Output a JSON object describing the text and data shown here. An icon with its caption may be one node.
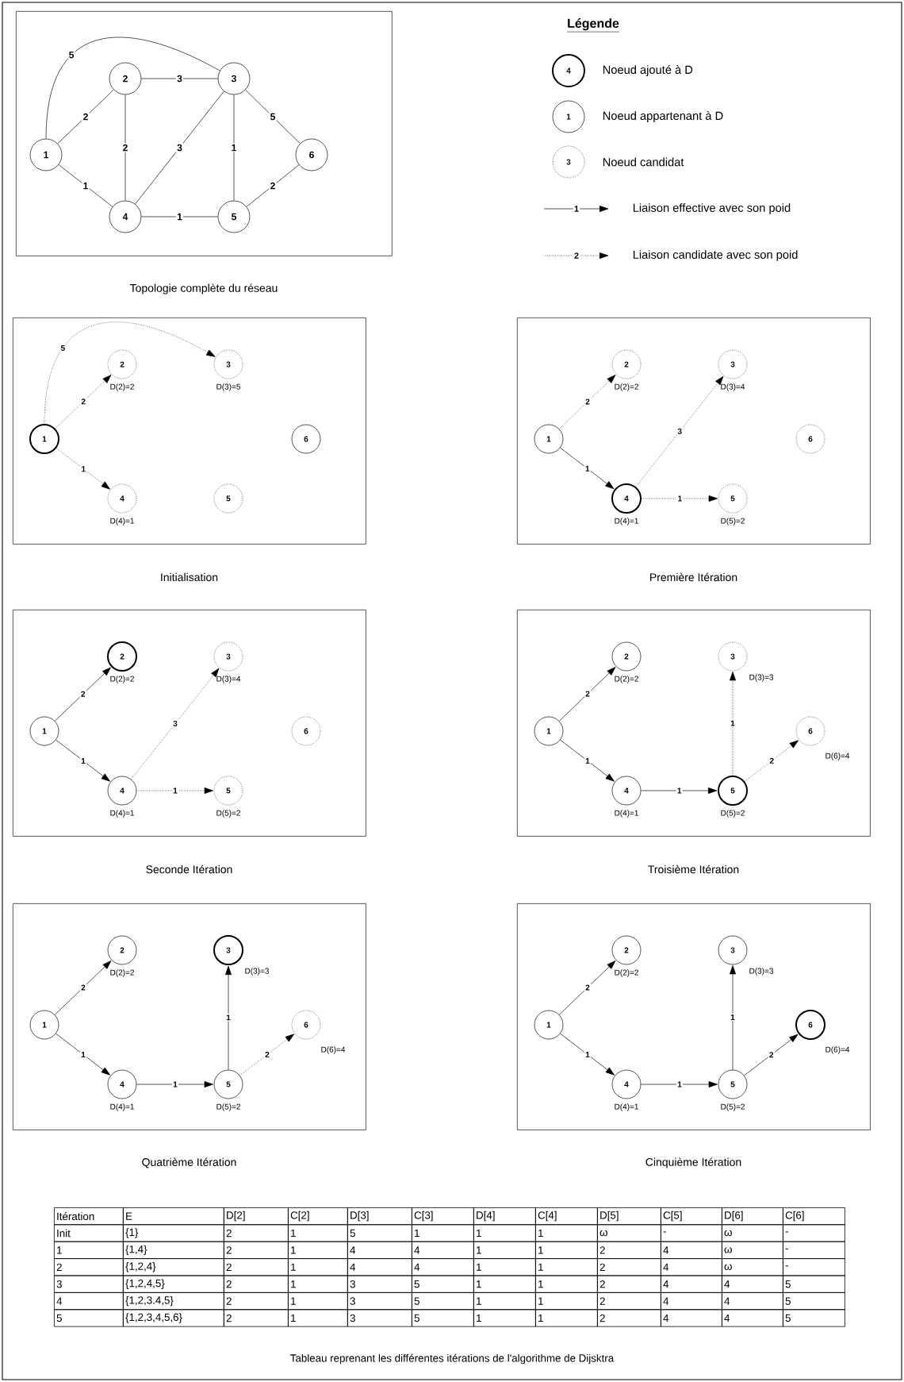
{
  "diagram": {
    "caption": "Tableau reprenant les différentes itérations de l'algorithme de Dijsktra",
    "nodes": [
      {
        "text": [
          "Topologie complète du réseau"
        ]
      },
      {
        "text": [
          "1"
        ],
        "in": 0
      },
      {
        "text": [
          "2"
        ],
        "in": 0
      },
      {
        "text": [
          "3"
        ],
        "in": 0
      },
      {
        "text": [
          "4"
        ],
        "in": 0
      },
      {
        "text": [
          "5"
        ],
        "in": 0
      },
      {
        "text": [
          "6"
        ],
        "in": 0
      },
      {
        "text": [
          "Initialisation"
        ]
      },
      {
        "text": [
          "1"
        ],
        "in": 7
      },
      {
        "text": [
          "2"
        ],
        "in": 7,
        "beside": [
          "D(2)=2"
        ]
      },
      {
        "text": [
          "3"
        ],
        "in": 7,
        "beside": [
          "D(3)=5"
        ]
      },
      {
        "text": [
          "4"
        ],
        "in": 7,
        "beside": [
          "D(4)=1"
        ]
      },
      {
        "text": [
          "5"
        ],
        "in": 7
      },
      {
        "text": [
          "6"
        ],
        "in": 7
      },
      {
        "text": [
          "Première Itération"
        ]
      },
      {
        "text": [
          "1"
        ],
        "in": 14
      },
      {
        "text": [
          "2"
        ],
        "in": 14,
        "beside": [
          "D(2)=2"
        ]
      },
      {
        "text": [
          "3"
        ],
        "in": 14,
        "beside": [
          "D(3)=4"
        ]
      },
      {
        "text": [
          "4"
        ],
        "in": 14,
        "beside": [
          "D(4)=1"
        ]
      },
      {
        "text": [
          "5"
        ],
        "in": 14,
        "beside": [
          "D(5)=2"
        ]
      },
      {
        "text": [
          "6"
        ],
        "in": 14
      },
      {
        "text": [
          "Seconde Itération"
        ]
      },
      {
        "text": [
          "1"
        ],
        "in": 21
      },
      {
        "text": [
          "2"
        ],
        "in": 21,
        "beside": [
          "D(2)=2"
        ]
      },
      {
        "text": [
          "3"
        ],
        "in": 21,
        "beside": [
          "D(3)=4"
        ]
      },
      {
        "text": [
          "4"
        ],
        "in": 21,
        "beside": [
          "D(4)=1"
        ]
      },
      {
        "text": [
          "5"
        ],
        "in": 21,
        "beside": [
          "D(5)=2"
        ]
      },
      {
        "text": [
          "6"
        ],
        "in": 21
      },
      {
        "text": [
          "Troisième Itération"
        ]
      },
      {
        "text": [
          "1"
        ],
        "in": 28
      },
      {
        "text": [
          "2"
        ],
        "in": 28,
        "beside": [
          "D(2)=2"
        ]
      },
      {
        "text": [
          "3"
        ],
        "in": 28,
        "beside": [
          "D(3)=3"
        ]
      },
      {
        "text": [
          "4"
        ],
        "in": 28,
        "beside": [
          "D(4)=1"
        ]
      },
      {
        "text": [
          "5"
        ],
        "in": 28,
        "beside": [
          "D(5)=2"
        ]
      },
      {
        "text": [
          "6"
        ],
        "in": 28,
        "beside": [
          "D(6)=4"
        ]
      },
      {
        "text": [
          "Quatrième Itération"
        ]
      },
      {
        "text": [
          "1"
        ],
        "in": 35
      },
      {
        "text": [
          "2"
        ],
        "in": 35,
        "beside": [
          "D(2)=2"
        ]
      },
      {
        "text": [
          "3"
        ],
        "in": 35,
        "beside": [
          "D(3)=3"
        ]
      },
      {
        "text": [
          "4"
        ],
        "in": 35,
        "beside": [
          "D(4)=1"
        ]
      },
      {
        "text": [
          "5"
        ],
        "in": 35,
        "beside": [
          "D(5)=2"
        ]
      },
      {
        "text": [
          "6"
        ],
        "in": 35,
        "beside": [
          "D(6)=4"
        ]
      },
      {
        "text": [
          "Cinquième Itération"
        ]
      },
      {
        "text": [
          "1"
        ],
        "in": 42
      },
      {
        "text": [
          "2"
        ],
        "in": 42,
        "beside": [
          "D(2)=2"
        ]
      },
      {
        "text": [
          "3"
        ],
        "in": 42,
        "beside": [
          "D(3)=3"
        ]
      },
      {
        "text": [
          "4"
        ],
        "in": 42,
        "beside": [
          "D(4)=1"
        ]
      },
      {
        "text": [
          "5"
        ],
        "in": 42,
        "beside": [
          "D(5)=2"
        ]
      },
      {
        "text": [
          "6"
        ],
        "in": 42,
        "beside": [
          "D(6)=4"
        ]
      }
    ],
    "edges": [
      {
        "from": 1,
        "to": 2,
        "arrow": "none",
        "label": "2"
      },
      {
        "from": 1,
        "to": 4,
        "arrow": "none",
        "label": "1"
      },
      {
        "from": 1,
        "to": 3,
        "arrow": "none",
        "label": "5"
      },
      {
        "from": 2,
        "to": 3,
        "arrow": "none",
        "label": "3"
      },
      {
        "from": 2,
        "to": 4,
        "arrow": "none",
        "label": "2"
      },
      {
        "from": 3,
        "to": 4,
        "arrow": "none",
        "label": "3"
      },
      {
        "from": 3,
        "to": 5,
        "arrow": "none",
        "label": "1"
      },
      {
        "from": 3,
        "to": 6,
        "arrow": "none",
        "label": "5"
      },
      {
        "from": 4,
        "to": 5,
        "arrow": "none",
        "label": "1"
      },
      {
        "from": 5,
        "to": 6,
        "arrow": "none",
        "label": "2"
      },
      {
        "from": 8,
        "to": 9,
        "arrow": "to",
        "label": "2",
        "style": "dashed"
      },
      {
        "from": 8,
        "to": 10,
        "arrow": "to",
        "label": "5",
        "style": "dashed"
      },
      {
        "from": 8,
        "to": 11,
        "arrow": "to",
        "label": "1",
        "style": "dashed"
      },
      {
        "from": 15,
        "to": 16,
        "arrow": "to",
        "label": "2",
        "style": "dashed"
      },
      {
        "from": 15,
        "to": 18,
        "arrow": "to",
        "label": "1"
      },
      {
        "from": 18,
        "to": 17,
        "arrow": "to",
        "label": "3",
        "style": "dashed"
      },
      {
        "from": 18,
        "to": 19,
        "arrow": "to",
        "label": "1",
        "style": "dashed"
      },
      {
        "from": 22,
        "to": 23,
        "arrow": "to",
        "label": "2"
      },
      {
        "from": 22,
        "to": 25,
        "arrow": "to",
        "label": "1"
      },
      {
        "from": 25,
        "to": 24,
        "arrow": "to",
        "label": "3",
        "style": "dashed"
      },
      {
        "from": 25,
        "to": 26,
        "arrow": "to",
        "label": "1",
        "style": "dashed"
      },
      {
        "from": 29,
        "to": 30,
        "arrow": "to",
        "label": "2"
      },
      {
        "from": 29,
        "to": 32,
        "arrow": "to",
        "label": "1"
      },
      {
        "from": 32,
        "to": 33,
        "arrow": "to",
        "label": "1"
      },
      {
        "from": 33,
        "to": 31,
        "arrow": "to",
        "label": "1",
        "style": "dashed"
      },
      {
        "from": 33,
        "to": 34,
        "arrow": "to",
        "label": "2",
        "style": "dashed"
      },
      {
        "from": 36,
        "to": 37,
        "arrow": "to",
        "label": "2"
      },
      {
        "from": 36,
        "to": 39,
        "arrow": "to",
        "label": "1"
      },
      {
        "from": 39,
        "to": 40,
        "arrow": "to",
        "label": "1"
      },
      {
        "from": 40,
        "to": 38,
        "arrow": "to",
        "label": "1"
      },
      {
        "from": 40,
        "to": 41,
        "arrow": "to",
        "label": "2",
        "style": "dashed"
      },
      {
        "from": 43,
        "to": 44,
        "arrow": "to",
        "label": "2"
      },
      {
        "from": 43,
        "to": 46,
        "arrow": "to",
        "label": "1"
      },
      {
        "from": 46,
        "to": 47,
        "arrow": "to",
        "label": "1"
      },
      {
        "from": 47,
        "to": 45,
        "arrow": "to",
        "label": "1"
      },
      {
        "from": 47,
        "to": 48,
        "arrow": "to",
        "label": "2"
      }
    ],
    "labels": [
      "Légende",
      "4",
      "1",
      "3",
      "1",
      "2",
      "Itération",
      "E",
      "D[2]",
      "C[2]",
      "D[3]",
      "C[3]",
      "D[4]",
      "C[4]",
      "D[5]",
      "C[5]",
      "D[6]",
      "C[6]",
      "Init",
      "{1}",
      "2",
      "1",
      "5",
      "1",
      "1",
      "1",
      "ω",
      "-",
      "ω",
      "-",
      "1",
      "{1,4}",
      "2",
      "1",
      "4",
      "4",
      "1",
      "1",
      "2",
      "4",
      "ω",
      "-",
      "2",
      "{1,2,4}",
      "2",
      "1",
      "4",
      "4",
      "1",
      "1",
      "2",
      "4",
      "ω",
      "-",
      "3",
      "{1,2,4,5}",
      "2",
      "1",
      "3",
      "5",
      "1",
      "1",
      "2",
      "4",
      "4",
      "5",
      "4",
      "{1,2,3.4,5}",
      "2",
      "1",
      "3",
      "5",
      "1",
      "1",
      "2",
      "4",
      "4",
      "5",
      "5",
      "{1,2,3,4,5,6}",
      "2",
      "1",
      "3",
      "5",
      "1",
      "1",
      "2",
      "4",
      "4",
      "5"
    ],
    "legend": [
      {
        "text": "Noeud ajouté à D"
      },
      {
        "text": "Noeud appartenant à D"
      },
      {
        "text": "Noeud candidat"
      },
      {
        "text": "Liaison effective avec son poid"
      },
      {
        "text": "Liaison candidate avec son poid"
      }
    ]
  }
}
